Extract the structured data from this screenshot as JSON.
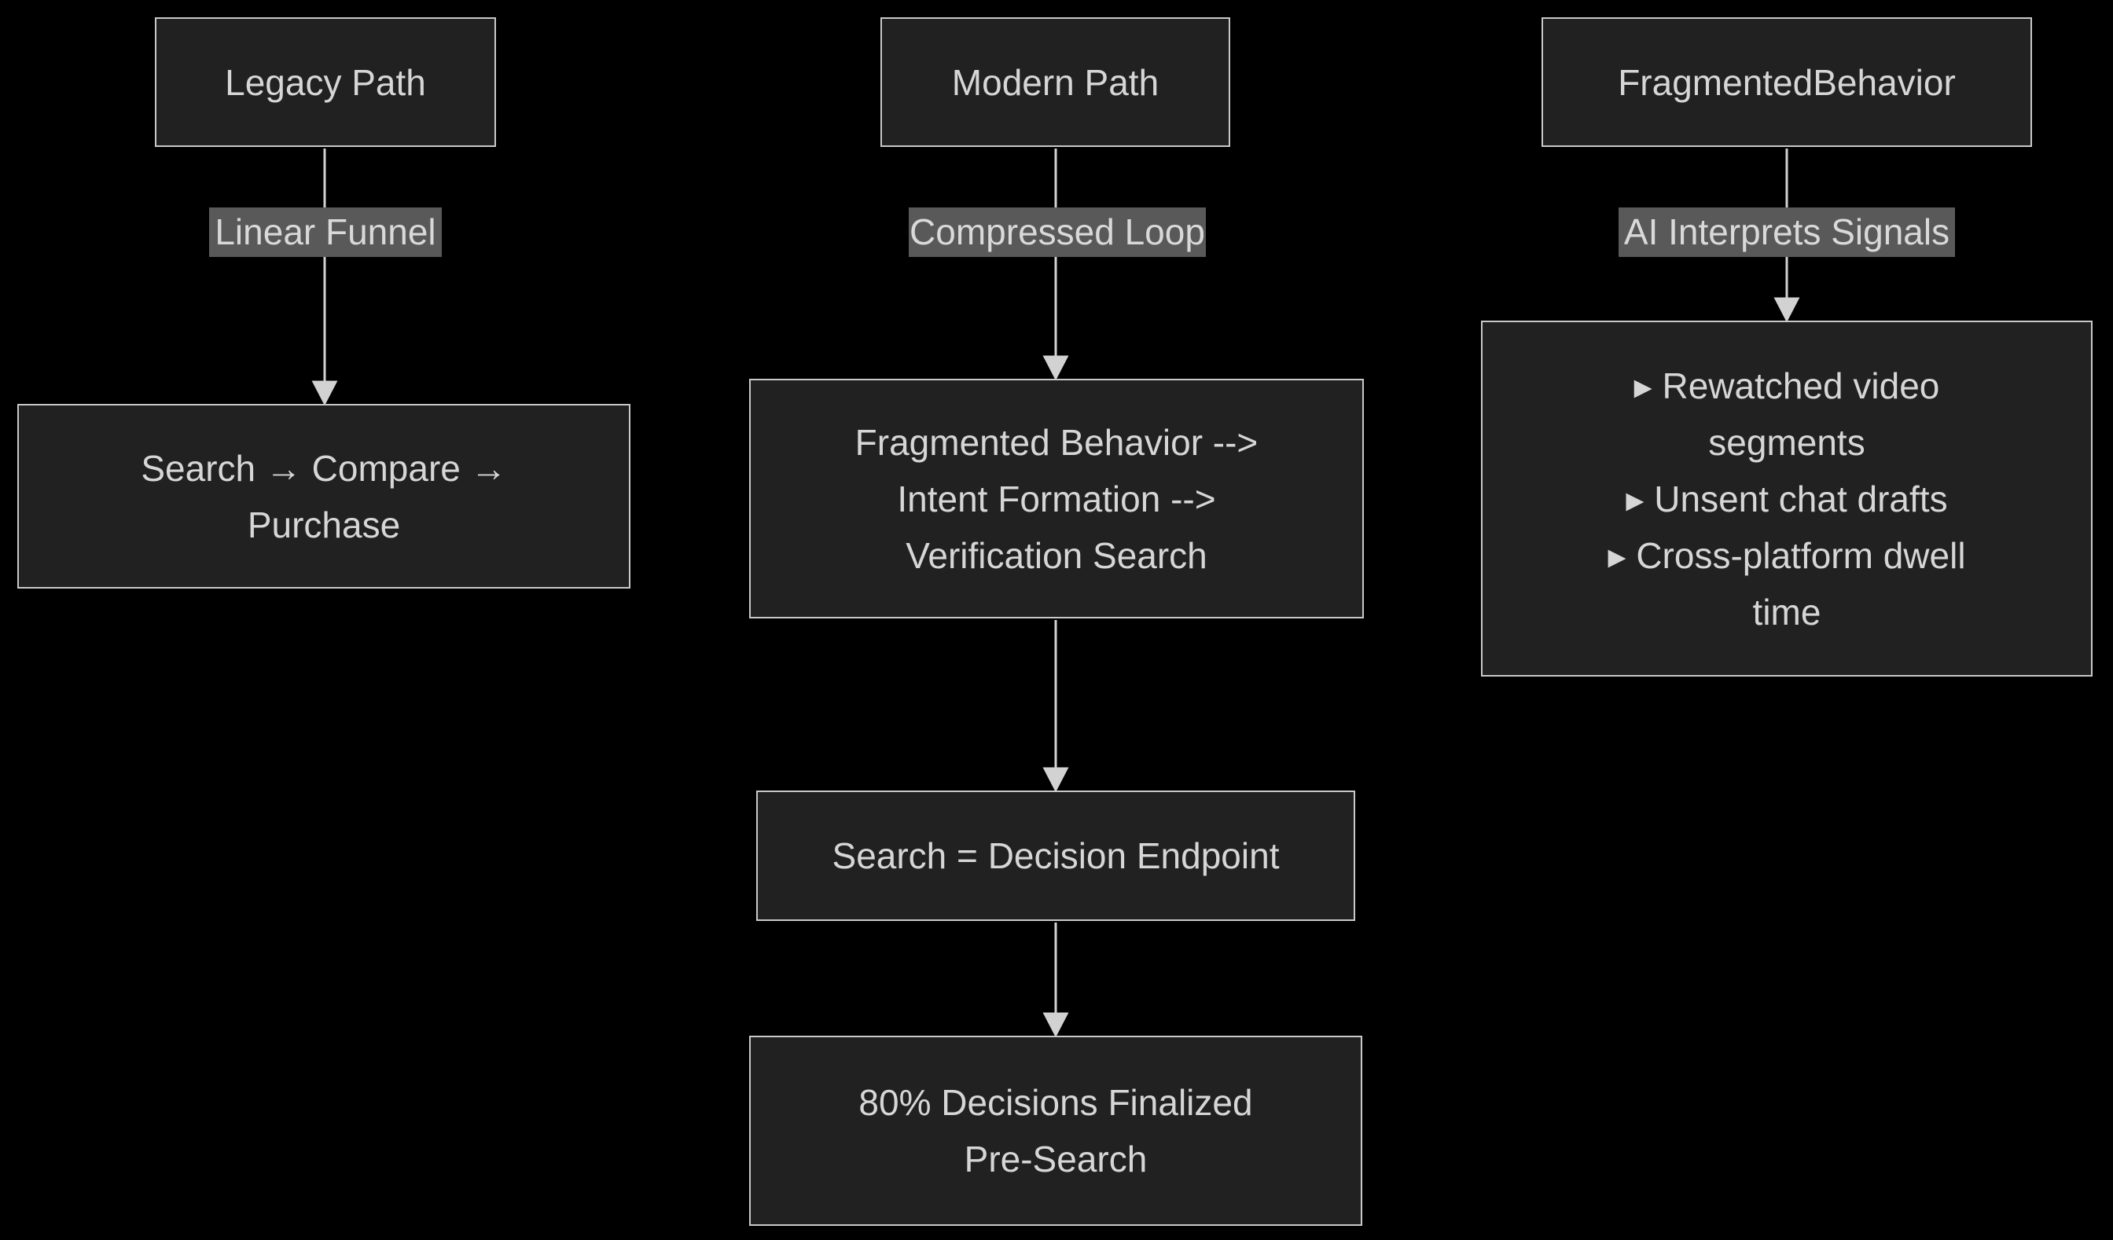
{
  "diagram": {
    "type": "flowchart",
    "direction": "top-down",
    "background": "#000000"
  },
  "colors": {
    "node_fill": "#212121",
    "node_border": "#c9c9c9",
    "node_text": "#d6d6d6",
    "edge_label_bg": "#595959",
    "edge_label_text": "#d9d9d9",
    "arrow": "#d2d2d2"
  },
  "nodes": {
    "legacy_path": "Legacy Path",
    "legacy_funnel_steps": "Search → Compare →\nPurchase",
    "modern_path": "Modern Path",
    "modern_loop": "Fragmented Behavior -->\nIntent Formation -->\nVerification Search",
    "decision_endpoint": "Search = Decision Endpoint",
    "pre_search": "80% Decisions Finalized\nPre-Search",
    "fragmented_behavior": "FragmentedBehavior",
    "behavior_signals": "▸ Rewatched video\nsegments\n▸ Unsent chat drafts\n▸ Cross-platform dwell\ntime"
  },
  "edge_labels": {
    "linear_funnel": "Linear Funnel",
    "compressed_loop": "Compressed Loop",
    "ai_interprets_signals": "AI Interprets Signals"
  }
}
